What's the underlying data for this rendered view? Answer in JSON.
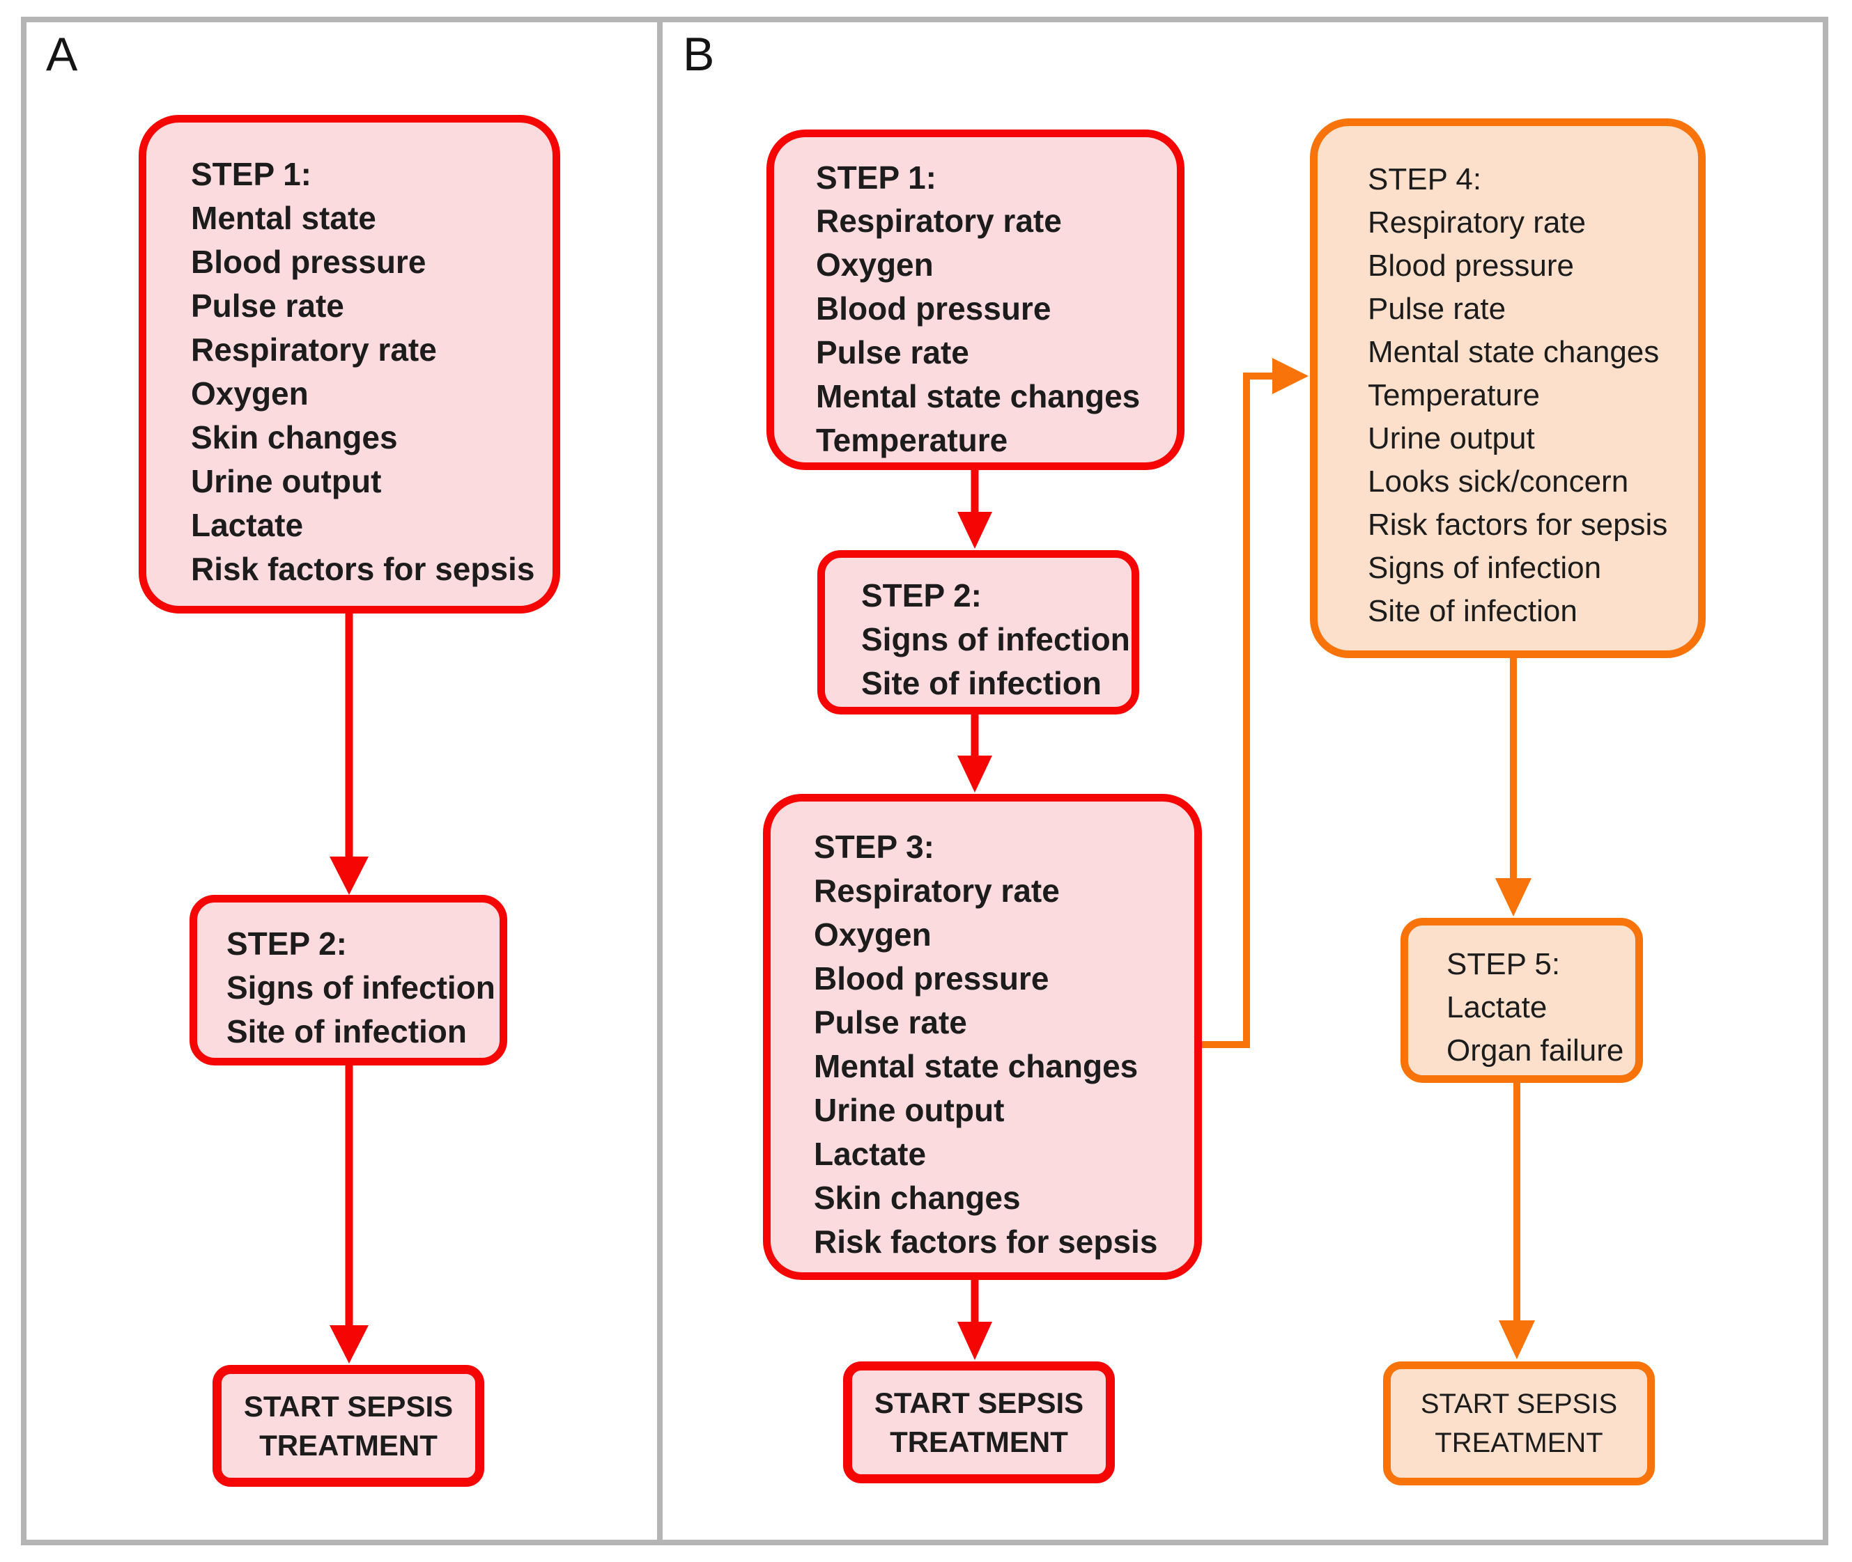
{
  "colors": {
    "red": "#f60505",
    "pink": "#fbdbde",
    "orange": "#f8730a",
    "peach": "#fce0cb",
    "frame_gray": "#b5b5b5",
    "text": "#1c1c1c"
  },
  "panel_a": {
    "label": "A",
    "step1": {
      "title": "STEP 1:",
      "items": [
        "Mental state",
        "Blood pressure",
        "Pulse rate",
        "Respiratory rate",
        "Oxygen",
        "Skin changes",
        "Urine output",
        "Lactate",
        "Risk factors for sepsis"
      ]
    },
    "step2": {
      "title": "STEP 2:",
      "items": [
        "Signs of infection",
        "Site of infection"
      ]
    },
    "treatment": "START SEPSIS TREATMENT"
  },
  "panel_b": {
    "label": "B",
    "step1": {
      "title": "STEP 1:",
      "items": [
        "Respiratory rate",
        "Oxygen",
        "Blood pressure",
        "Pulse rate",
        "Mental state changes",
        "Temperature"
      ]
    },
    "step2": {
      "title": "STEP 2:",
      "items": [
        "Signs of infection",
        "Site of infection"
      ]
    },
    "step3": {
      "title": "STEP 3:",
      "items": [
        "Respiratory rate",
        "Oxygen",
        "Blood pressure",
        "Pulse rate",
        "Mental state changes",
        "Urine output",
        "Lactate",
        "Skin changes",
        "Risk factors for sepsis"
      ]
    },
    "step4": {
      "title": "STEP 4:",
      "items": [
        "Respiratory rate",
        "Blood pressure",
        "Pulse rate",
        "Mental state changes",
        "Temperature",
        "Urine output",
        "Looks sick/concern",
        "Risk factors for sepsis",
        "Signs of infection",
        "Site of infection"
      ]
    },
    "step5": {
      "title": "STEP 5:",
      "items": [
        "Lactate",
        "Organ failure"
      ]
    },
    "treatment_red": "START SEPSIS TREATMENT",
    "treatment_orange": "START SEPSIS TREATMENT"
  }
}
